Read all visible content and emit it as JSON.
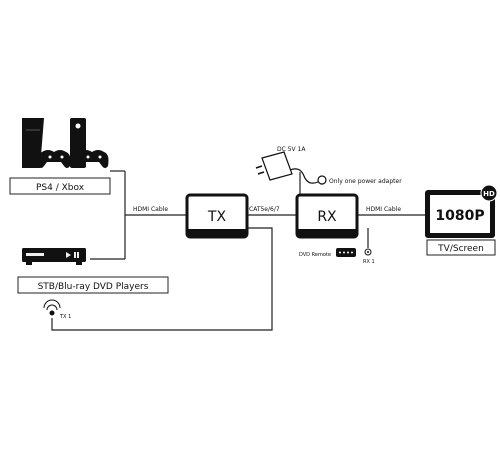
{
  "sources": {
    "console_label": "PS4 / Xbox",
    "player_label": "STB/Blu-ray DVD Players"
  },
  "cables": {
    "hdmi_in": "HDMI Cable",
    "cat": "CAT5e/6/7",
    "hdmi_out": "HDMI Cable"
  },
  "units": {
    "tx": "TX",
    "rx": "RX"
  },
  "power": {
    "rating": "DC 5V 1A",
    "note": "Only one power adapter"
  },
  "remote": {
    "dvd_remote_label": "DVD Remote",
    "rx1_label": "RX 1",
    "tx1_label": "TX 1"
  },
  "display": {
    "resolution": "1080P",
    "badge": "HD",
    "label": "TV/Screen"
  },
  "colors": {
    "line": "#222222",
    "device_dark": "#111111"
  }
}
